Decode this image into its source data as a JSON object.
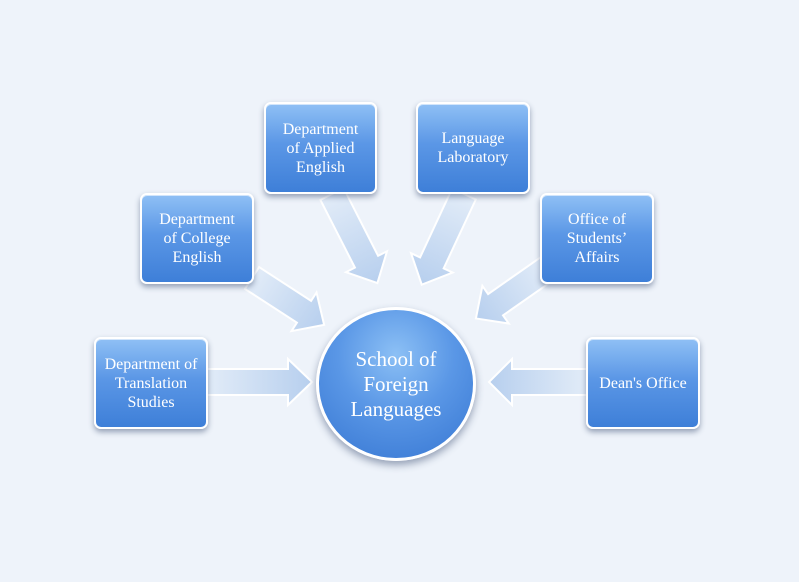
{
  "hub": {
    "label": "School of Foreign Languages"
  },
  "units": [
    {
      "key": "translation",
      "label": "Department of Translation Studies"
    },
    {
      "key": "college-english",
      "label": "Department of College English"
    },
    {
      "key": "applied-english",
      "label": "Department of Applied English"
    },
    {
      "key": "language-lab",
      "label": "Language Laboratory"
    },
    {
      "key": "students-affairs",
      "label": "Office of Students’ Affairs"
    },
    {
      "key": "deans-office",
      "label": "Dean's Office"
    }
  ],
  "colors": {
    "box_top": "#8fc0f5",
    "box_bottom": "#3e7fd8",
    "arrow": "#c6d9f2",
    "background": "#eef3fa",
    "text": "#ffffff"
  }
}
